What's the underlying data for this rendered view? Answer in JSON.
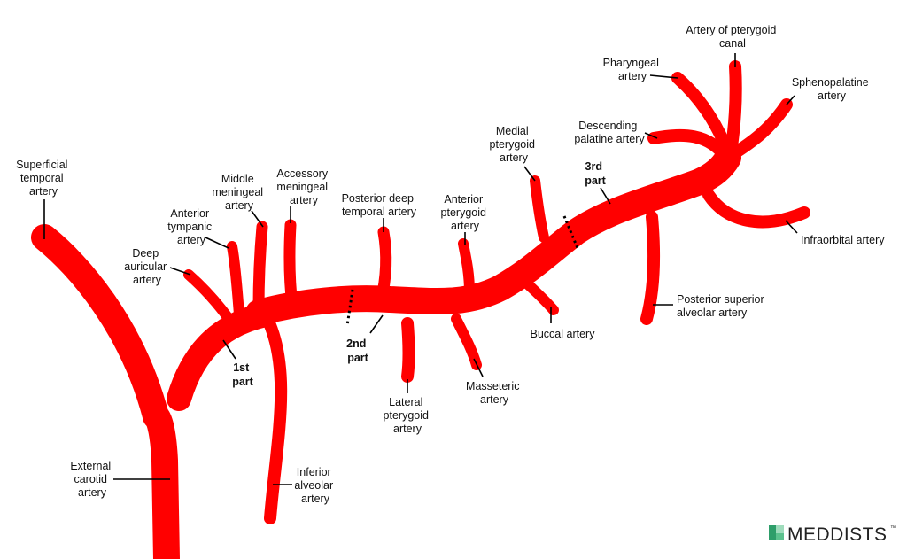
{
  "diagram": {
    "labels": {
      "superficial_temporal": [
        "Superficial",
        "temporal",
        "artery"
      ],
      "external_carotid": [
        "External",
        "carotid",
        "artery"
      ],
      "deep_auricular": [
        "Deep",
        "auricular",
        "artery"
      ],
      "anterior_tympanic": [
        "Anterior",
        "tympanic",
        "artery"
      ],
      "middle_meningeal": [
        "Middle",
        "meningeal",
        "artery"
      ],
      "accessory_meningeal": [
        "Accessory",
        "meningeal",
        "artery"
      ],
      "posterior_deep_temporal": [
        "Posterior deep",
        "temporal artery"
      ],
      "anterior_pterygoid": [
        "Anterior",
        "pterygoid",
        "artery"
      ],
      "medial_pterygoid": [
        "Medial",
        "pterygoid",
        "artery"
      ],
      "descending_palatine": [
        "Descending",
        "palatine artery"
      ],
      "pharyngeal": [
        "Pharyngeal",
        "artery"
      ],
      "artery_pterygoid_canal": [
        "Artery of pterygoid",
        "canal"
      ],
      "sphenopalatine": [
        "Sphenopalatine",
        "artery"
      ],
      "infraorbital": [
        "Infraorbital artery"
      ],
      "posterior_superior_alveolar": [
        "Posterior superior",
        "alveolar artery"
      ],
      "buccal": [
        "Buccal artery"
      ],
      "masseteric": [
        "Masseteric",
        "artery"
      ],
      "lateral_pterygoid": [
        "Lateral",
        "pterygoid",
        "artery"
      ],
      "inferior_alveolar": [
        "Inferior",
        "alveolar",
        "artery"
      ]
    },
    "parts": {
      "first": [
        "1st",
        "part"
      ],
      "second": [
        "2nd",
        "part"
      ],
      "third": [
        "3rd",
        "part"
      ]
    },
    "vessel_color": "#ff0000"
  },
  "brand": {
    "name": "MEDDISTS",
    "trademark": "™",
    "logo_colors": [
      "#2e9e6a",
      "#5cc28e",
      "#9fdcbc"
    ]
  }
}
